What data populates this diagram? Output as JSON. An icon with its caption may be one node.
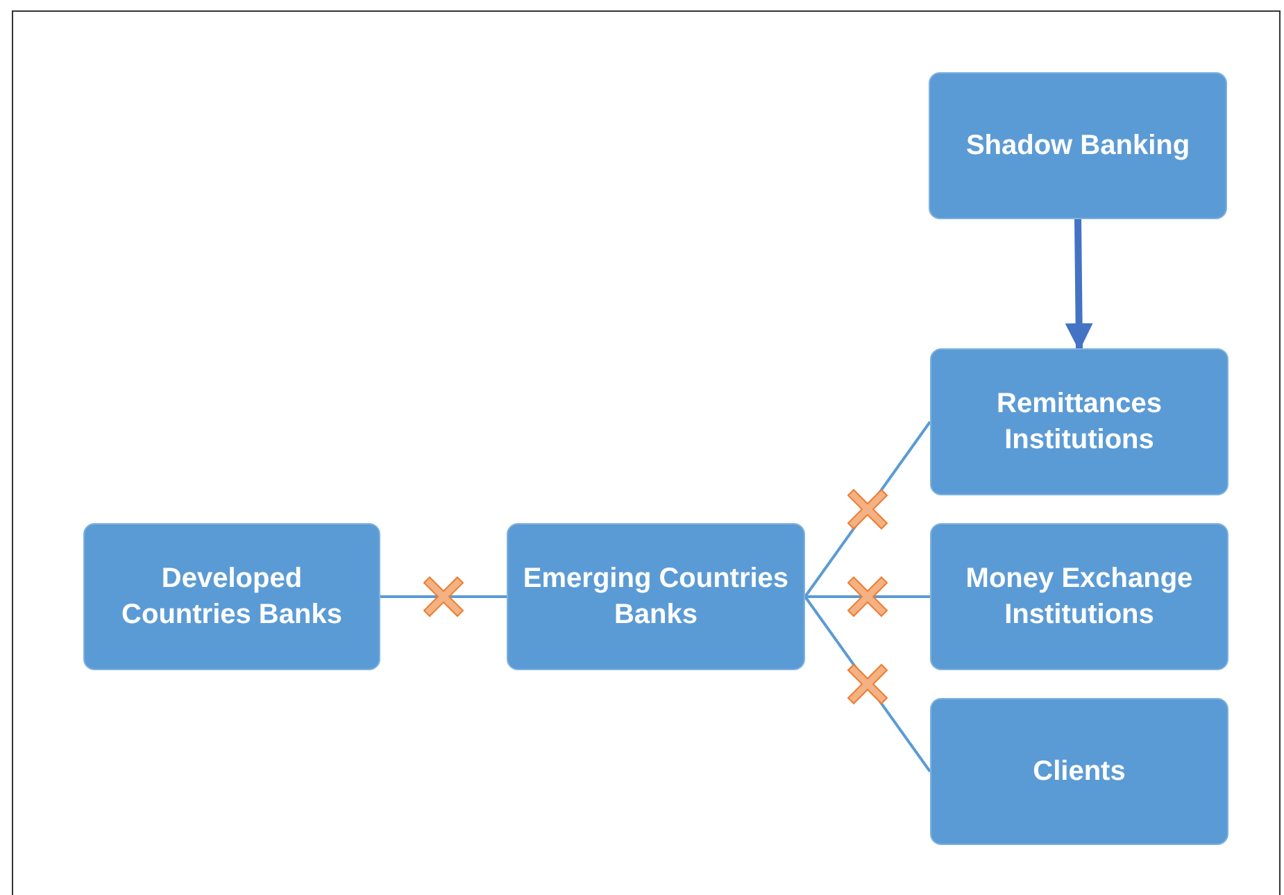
{
  "diagram": {
    "nodes": [
      {
        "text": [
          "Shadow Banking"
        ]
      },
      {
        "text": [
          "Developed Countries Banks"
        ]
      },
      {
        "text": [
          "Emerging Countries Banks"
        ]
      },
      {
        "text": [
          "Remittances Institutions"
        ]
      },
      {
        "text": [
          "Money Exchange Institutions"
        ]
      },
      {
        "text": [
          "Clients"
        ]
      }
    ],
    "edges": [
      {
        "from": 0,
        "to": 3,
        "arrow": "to",
        "style": "thick",
        "color": "#4472c4"
      },
      {
        "from": 1,
        "to": 2,
        "arrow": "none"
      },
      {
        "from": 2,
        "to": 3,
        "arrow": "none"
      },
      {
        "from": 2,
        "to": 4,
        "arrow": "none"
      },
      {
        "from": 2,
        "to": 5,
        "arrow": "none"
      }
    ]
  }
}
